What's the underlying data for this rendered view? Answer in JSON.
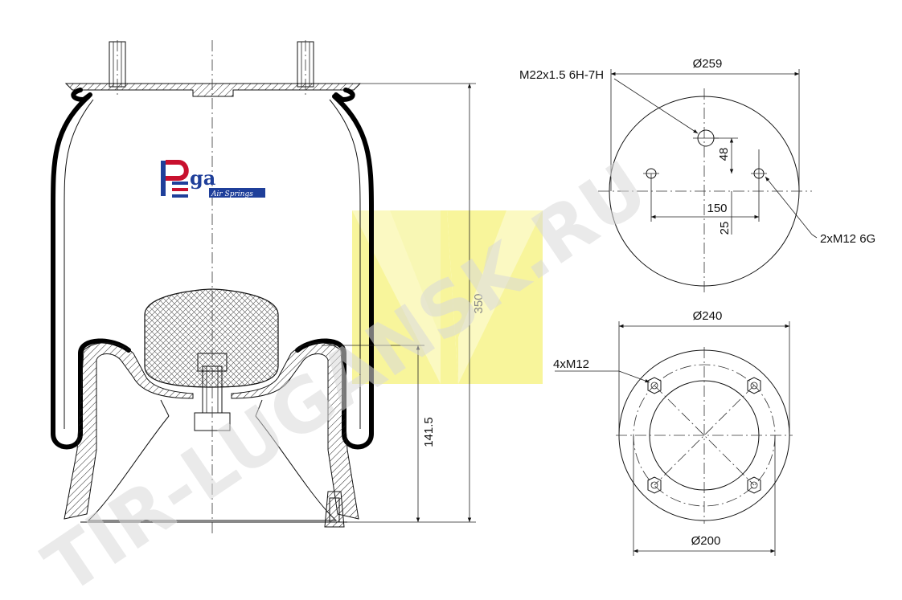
{
  "logo": {
    "text": "PEga",
    "subtitle": "Air Springs",
    "colors": {
      "primary": "#1f3f9a",
      "accent": "#c8102e"
    }
  },
  "watermark": {
    "text": "TIR-LUGANSK.RU",
    "color": "#cfcfcf",
    "emblem_color": "#f6f27a"
  },
  "dimensions": {
    "total_height": "350",
    "piston_height": "141.5",
    "top_plate_diameter": "Ø259",
    "air_inlet_thread": "M22x1.5 6H-7H",
    "top_offset_vertical": "48",
    "top_bolt_spacing": "150",
    "top_offset_lower": "25",
    "top_bolt_thread": "2xM12 6G",
    "base_diameter": "Ø240",
    "base_bolt_thread": "4xM12",
    "base_bolt_circle": "Ø200"
  }
}
